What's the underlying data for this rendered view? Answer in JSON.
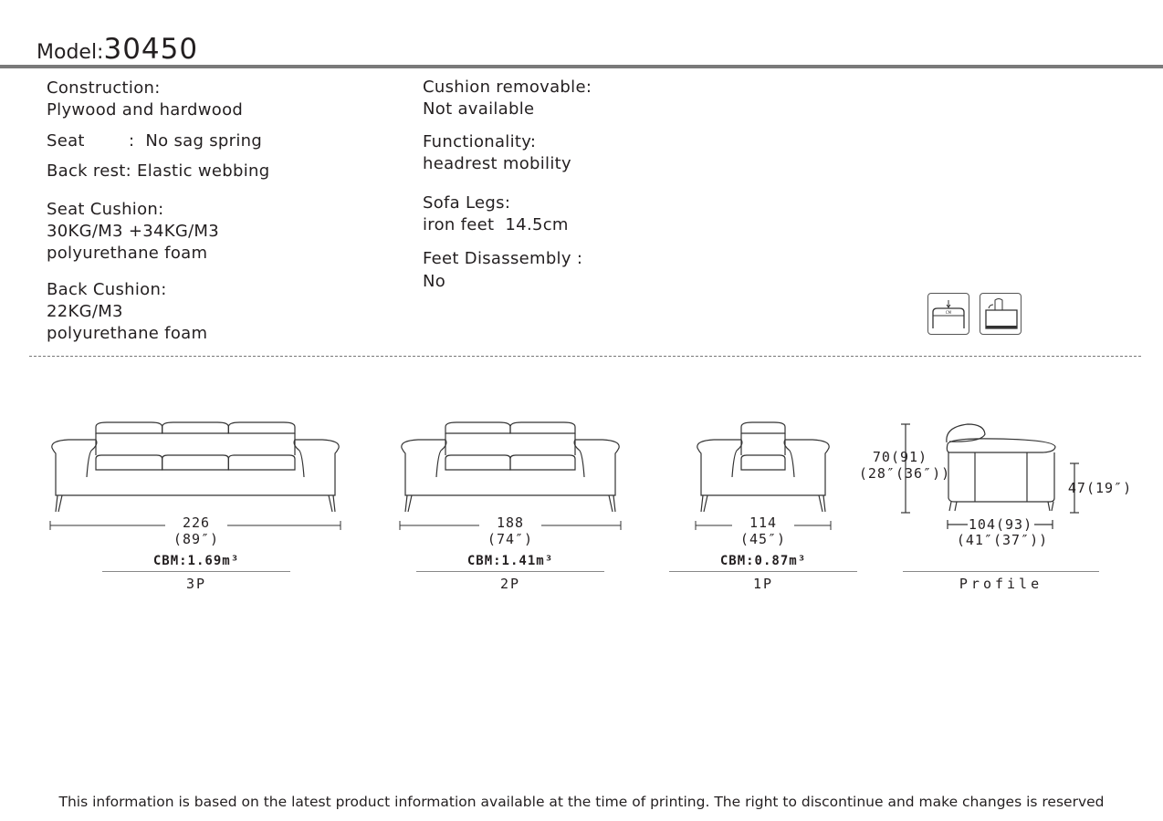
{
  "header": {
    "model_label": "Model:",
    "model_number": "30450"
  },
  "specs_left": [
    "Construction:",
    "Plywood and hardwood",
    "Seat        :  No sag spring",
    "Back rest:  Elastic webbing",
    "Seat Cushion:",
    "30KG/M3 +34KG/M3",
    "polyurethane foam",
    "Back Cushion:",
    "22KG/M3",
    "polyurethane foam"
  ],
  "specs_right": [
    "Cushion removable:",
    "Not available",
    "Functionality:",
    "headrest mobility",
    "Sofa Legs:",
    "iron feet  14.5cm",
    "Feet Disassembly :",
    "No"
  ],
  "icons": [
    "removable-cushion-icon",
    "headrest-adjust-icon"
  ],
  "icon_text": "CM",
  "products": [
    {
      "width": "226",
      "width_in": "(89″)",
      "cbm": "CBM:1.69m³",
      "name": "3P",
      "seats": 3
    },
    {
      "width": "188",
      "width_in": "(74″)",
      "cbm": "CBM:1.41m³",
      "name": "2P",
      "seats": 2
    },
    {
      "width": "114",
      "width_in": "(45″)",
      "cbm": "CBM:0.87m³",
      "name": "1P",
      "seats": 1
    }
  ],
  "profile": {
    "height": "70(91)",
    "height_in": "(28″(36″))",
    "seat_height": "47(19″)",
    "depth": "104(93)",
    "depth_in": "(41″(37″))",
    "name": "Profile"
  },
  "footer": "This information is based on the latest product information available at the time of printing. The right to discontinue and make changes is reserved"
}
